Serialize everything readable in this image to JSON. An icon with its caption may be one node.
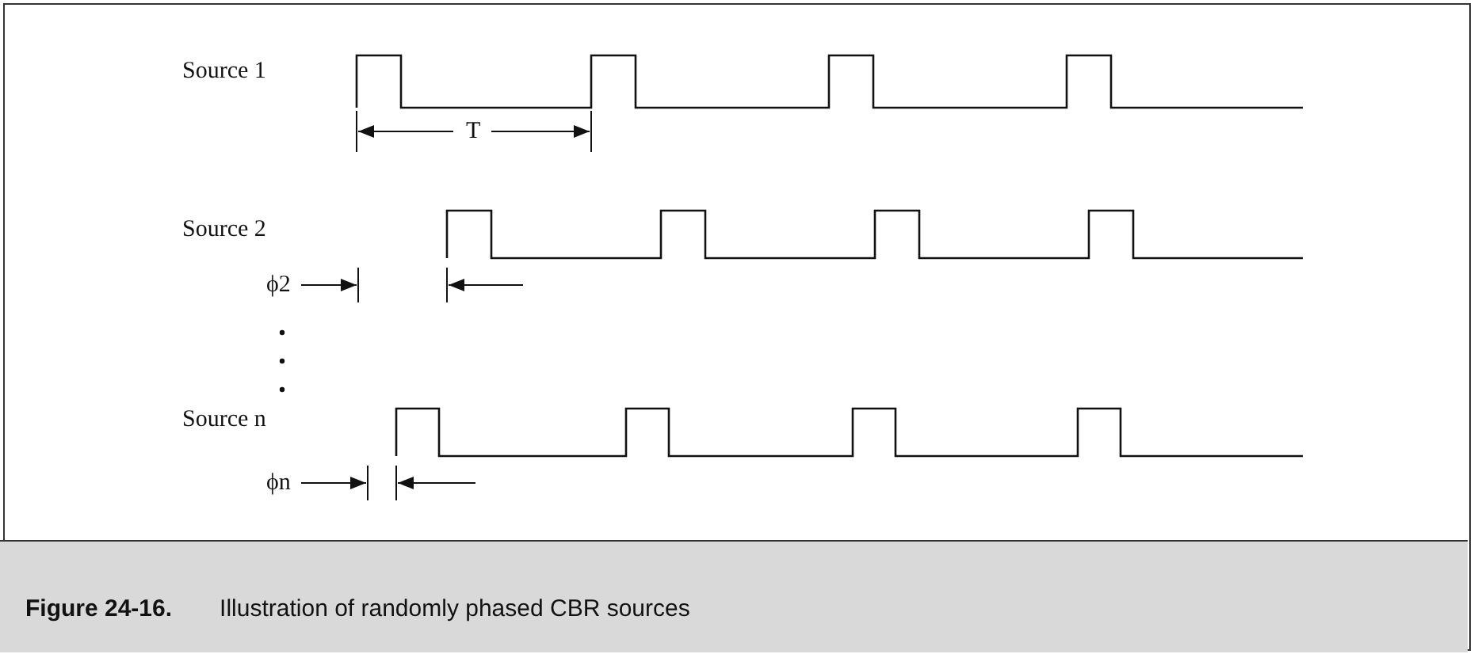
{
  "diagram": {
    "caption": "**Figure 24-16.**  Illustration of randomly phased CBR sources",
    "labels": [
      "Source 1",
      "T",
      "Source 2",
      "ϕ2",
      "Source n",
      "ϕn"
    ]
  }
}
